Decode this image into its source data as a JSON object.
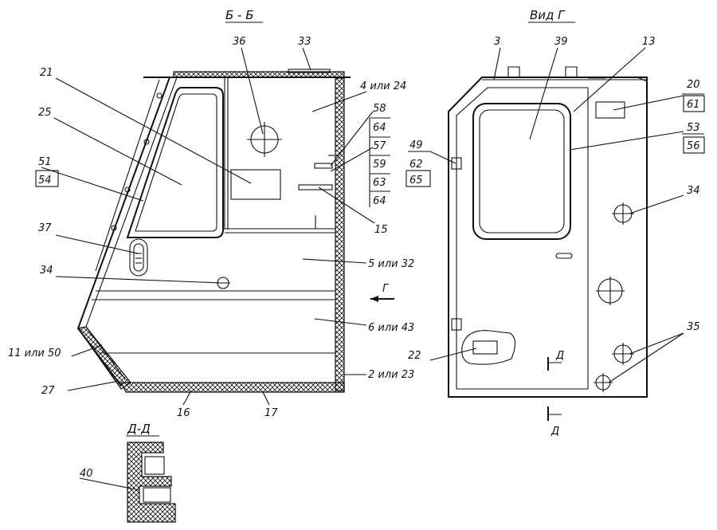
{
  "views": {
    "section_bb": {
      "title": "Б - Б"
    },
    "view_g": {
      "title": "Вид Г"
    },
    "section_dd": {
      "title": "Д-Д"
    },
    "arrow_g_label": "Г",
    "cut_d_top": "Д",
    "cut_d_bottom": "Д"
  },
  "labels": {
    "l36": "36",
    "l33": "33",
    "l21": "21",
    "l4_24": "4 или 24",
    "l58": "58",
    "l64a": "64",
    "l57": "57",
    "l59": "59",
    "l63": "63",
    "l64b": "64",
    "l25": "25",
    "l51": "51",
    "l54": "54",
    "l15": "15",
    "l37": "37",
    "l5_32": "5 или 32",
    "l34_left": "34",
    "l6_43": "6 или 43",
    "l11_50": "11 или 50",
    "l2_23": "2 или 23",
    "l27": "27",
    "l16": "16",
    "l17": "17",
    "l40": "40",
    "l3": "3",
    "l39": "39",
    "l13": "13",
    "l20": "20",
    "l61": "61",
    "l53": "53",
    "l56": "56",
    "l49": "49",
    "l62": "62",
    "l65": "65",
    "l34_right": "34",
    "l35": "35",
    "l22": "22"
  }
}
